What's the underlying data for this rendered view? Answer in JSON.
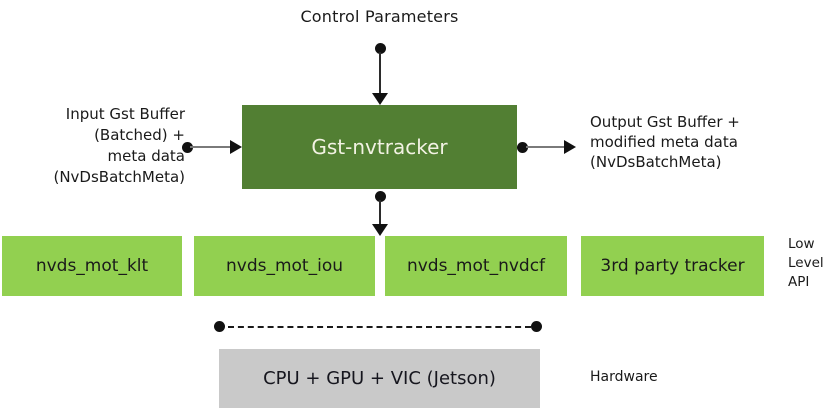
{
  "colors": {
    "dark_green": "#527f33",
    "light_green": "#92d050",
    "gray_fill": "#c9c9c9",
    "ink": "#1a1a1a",
    "main_box_text": "#f2f2e3",
    "arrow_gray": "#7a7a7a"
  },
  "title": "Control Parameters",
  "main_box": {
    "label": "Gst-nvtracker"
  },
  "left_note": "Input Gst Buffer\n(Batched) +\nmeta data\n(NvDsBatchMeta)",
  "right_note": "Output Gst Buffer +\nmodified meta data\n(NvDsBatchMeta)",
  "low_level_boxes": [
    {
      "label": "nvds_mot_klt"
    },
    {
      "label": "nvds_mot_iou"
    },
    {
      "label": "nvds_mot_nvdcf"
    },
    {
      "label": "3rd party tracker"
    }
  ],
  "low_level_api_label": "Low\nLevel\nAPI",
  "hardware_box": {
    "label": "CPU + GPU + VIC (Jetson)"
  },
  "hardware_label": "Hardware"
}
